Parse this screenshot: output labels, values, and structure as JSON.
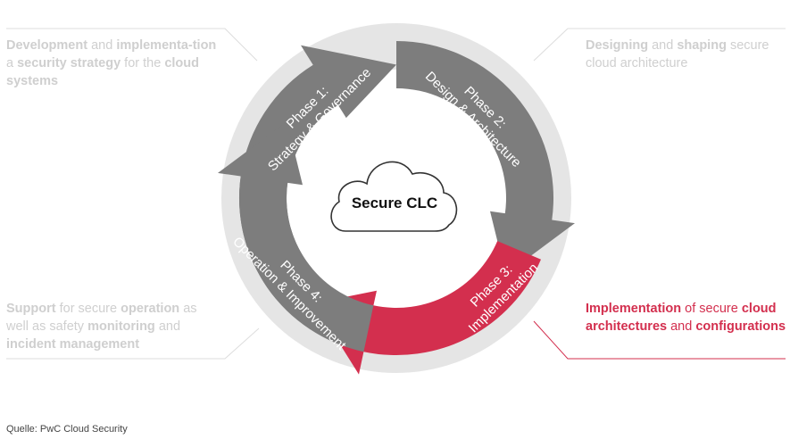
{
  "center_label": "Secure CLC",
  "phases": [
    {
      "line1": "Phase 1:",
      "line2": "Strategy & Governance"
    },
    {
      "line1": "Phase 2:",
      "line2": "Design & Architecture"
    },
    {
      "line1": "Phase 3:",
      "line2": "Implementation"
    },
    {
      "line1": "Phase 4:",
      "line2": "Operation & Improvement"
    }
  ],
  "descriptions": {
    "phase1": [
      {
        "t": "Development",
        "b": true
      },
      {
        "t": " and ",
        "b": false
      },
      {
        "t": "implementa-tion",
        "b": true
      },
      {
        "t": " a ",
        "b": false
      },
      {
        "t": "security strategy",
        "b": true
      },
      {
        "t": " for the ",
        "b": false
      },
      {
        "t": "cloud systems",
        "b": true
      }
    ],
    "phase2": [
      {
        "t": "Designing",
        "b": true
      },
      {
        "t": " and ",
        "b": false
      },
      {
        "t": "shaping",
        "b": true
      },
      {
        "t": " secure cloud architecture",
        "b": false
      }
    ],
    "phase3": [
      {
        "t": "Implementation",
        "b": true
      },
      {
        "t": " of secure ",
        "b": false
      },
      {
        "t": "cloud architectures",
        "b": true
      },
      {
        "t": " and ",
        "b": false
      },
      {
        "t": "configurations",
        "b": true
      }
    ],
    "phase4": [
      {
        "t": "Support",
        "b": true
      },
      {
        "t": " for secure ",
        "b": false
      },
      {
        "t": "operation",
        "b": true
      },
      {
        "t": " as well as safety ",
        "b": false
      },
      {
        "t": "monitoring",
        "b": true
      },
      {
        "t": " and ",
        "b": false
      },
      {
        "t": "incident management",
        "b": true
      }
    ]
  },
  "source": "Quelle: PwC Cloud Security",
  "colors": {
    "arrow_inactive": "#7d7d7d",
    "arrow_active": "#d32f4e",
    "ring": "#e5e5e5",
    "text_inactive": "#cfcfcf"
  }
}
